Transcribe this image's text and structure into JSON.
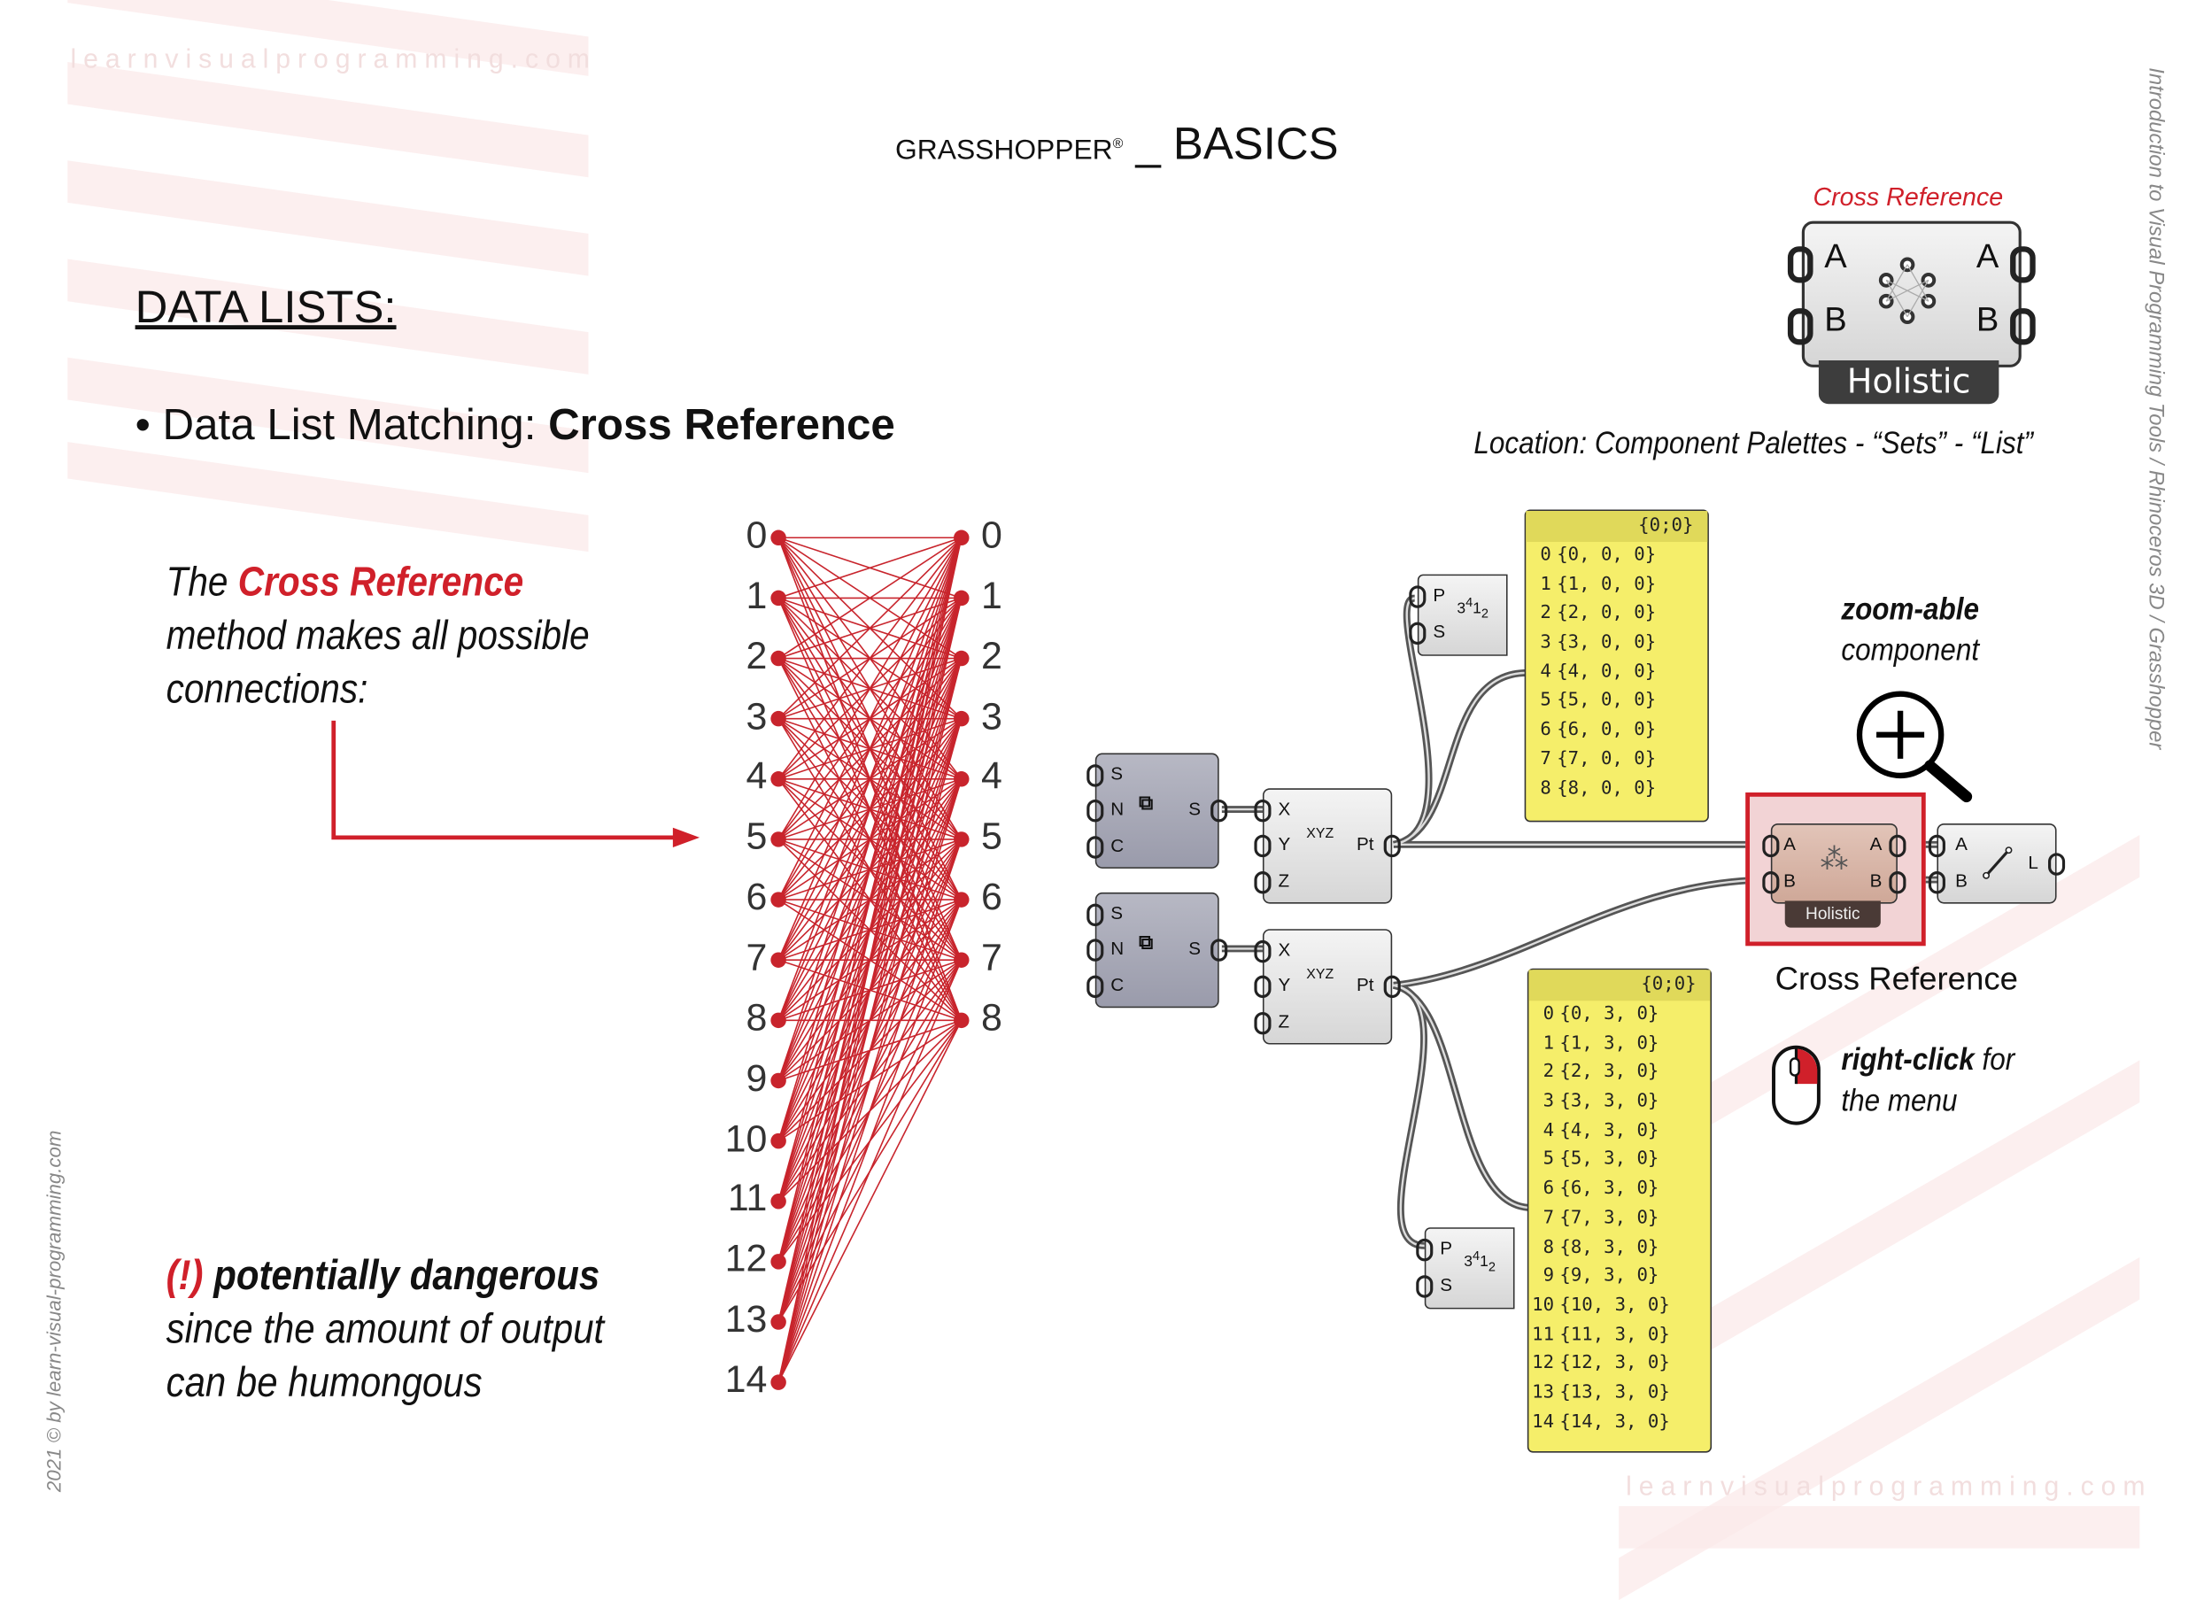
{
  "watermark_top": "learnvisualprogramming.com",
  "watermark_bottom": "learnvisualprogramming.com",
  "side_text_right": "Introduction to Visual Programming Tools / Rhinoceros 3D / Grasshopper",
  "side_text_left": "2021 © by learn-visual-programming.com",
  "header": {
    "brand": "GRASSHOPPER",
    "reg": "®",
    "sep": " _ ",
    "topic": "BASICS"
  },
  "section_title": "DATA LISTS:",
  "bullet": {
    "prefix": "Data List Matching: ",
    "bold": "Cross Reference"
  },
  "description": {
    "line1_a": "The ",
    "line1_b": "Cross Reference",
    "line2": "method makes all possible",
    "line3": "connections:"
  },
  "warning": {
    "mark": "(!)",
    "bold": " potentially dangerous",
    "line2": "since the amount of output",
    "line3": "can be humongous"
  },
  "colors": {
    "accent": "#d0202a",
    "panel": "#f5ee6a",
    "link": "#c8242c"
  },
  "graph": {
    "list_a": [
      "0",
      "1",
      "2",
      "3",
      "4",
      "5",
      "6",
      "7",
      "8",
      "9",
      "10",
      "11",
      "12",
      "13",
      "14"
    ],
    "list_b": [
      "0",
      "1",
      "2",
      "3",
      "4",
      "5",
      "6",
      "7",
      "8"
    ]
  },
  "big_component": {
    "title": "Cross Reference",
    "in_a": "A",
    "in_b": "B",
    "out_a": "A",
    "out_b": "B",
    "mode": "Holistic",
    "icon": "cross-reference-icon"
  },
  "location": "Location: Component Palettes - “Sets”  -  “List”",
  "zoom_note": {
    "bold": "zoom-able",
    "text": "component",
    "icon": "zoom-in-icon"
  },
  "right_click": {
    "bold": "right-click",
    "text1": " for",
    "text2": "the menu",
    "icon": "mouse-icon"
  },
  "canvas": {
    "series": {
      "in": [
        "S",
        "N",
        "C"
      ],
      "out": "S"
    },
    "pt": {
      "in": [
        "X",
        "Y",
        "Z"
      ],
      "out": "Pt",
      "icon": "XYZ"
    },
    "sort": {
      "in": [
        "P",
        "S"
      ]
    },
    "xref": {
      "in": [
        "A",
        "B"
      ],
      "out": [
        "A",
        "B"
      ],
      "mode": "Holistic",
      "caption": "Cross Reference"
    },
    "line": {
      "in": [
        "A",
        "B"
      ],
      "out": "L"
    },
    "panel_top": {
      "path": "{0;0}",
      "rows": [
        "{0, 0, 0}",
        "{1, 0, 0}",
        "{2, 0, 0}",
        "{3, 0, 0}",
        "{4, 0, 0}",
        "{5, 0, 0}",
        "{6, 0, 0}",
        "{7, 0, 0}",
        "{8, 0, 0}"
      ]
    },
    "panel_bottom": {
      "path": "{0;0}",
      "rows": [
        "{0, 3, 0}",
        "{1, 3, 0}",
        "{2, 3, 0}",
        "{3, 3, 0}",
        "{4, 3, 0}",
        "{5, 3, 0}",
        "{6, 3, 0}",
        "{7, 3, 0}",
        "{8, 3, 0}",
        "{9, 3, 0}",
        "{10, 3, 0}",
        "{11, 3, 0}",
        "{12, 3, 0}",
        "{13, 3, 0}",
        "{14, 3, 0}"
      ]
    }
  }
}
